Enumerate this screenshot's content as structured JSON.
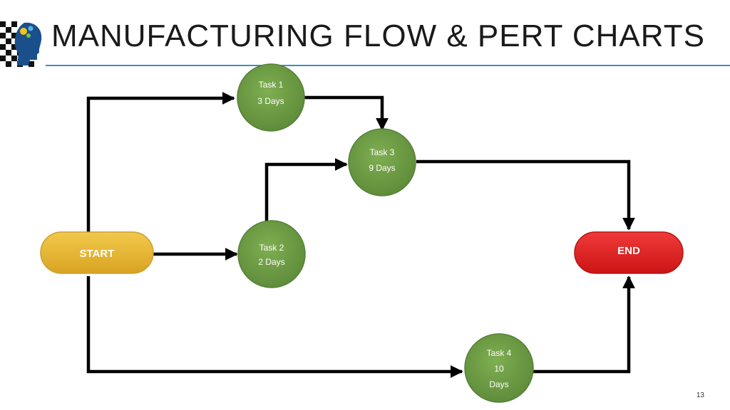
{
  "slide": {
    "title": "MANUFACTURING FLOW & PERT CHARTS",
    "page_number": "13"
  },
  "diagram": {
    "start": {
      "label": "START",
      "color": "#e6b12a"
    },
    "end": {
      "label": "END",
      "color": "#e21b1b"
    },
    "tasks": [
      {
        "id": "task-1",
        "name": "Task 1",
        "duration": "3 Days",
        "color": "#6e9a45"
      },
      {
        "id": "task-2",
        "name": "Task 2",
        "duration": "2 Days",
        "color": "#6e9a45"
      },
      {
        "id": "task-3",
        "name": "Task 3",
        "duration": "9 Days",
        "color": "#6e9a45"
      },
      {
        "id": "task-4",
        "name": "Task 4",
        "duration_value": "10",
        "duration_unit": "Days",
        "color": "#6e9a45"
      }
    ],
    "edges": [
      {
        "from": "START",
        "to": "Task 1"
      },
      {
        "from": "START",
        "to": "Task 2"
      },
      {
        "from": "START",
        "to": "Task 4"
      },
      {
        "from": "Task 1",
        "to": "Task 3"
      },
      {
        "from": "Task 2",
        "to": "Task 3"
      },
      {
        "from": "Task 3",
        "to": "END"
      },
      {
        "from": "Task 4",
        "to": "END"
      }
    ]
  }
}
